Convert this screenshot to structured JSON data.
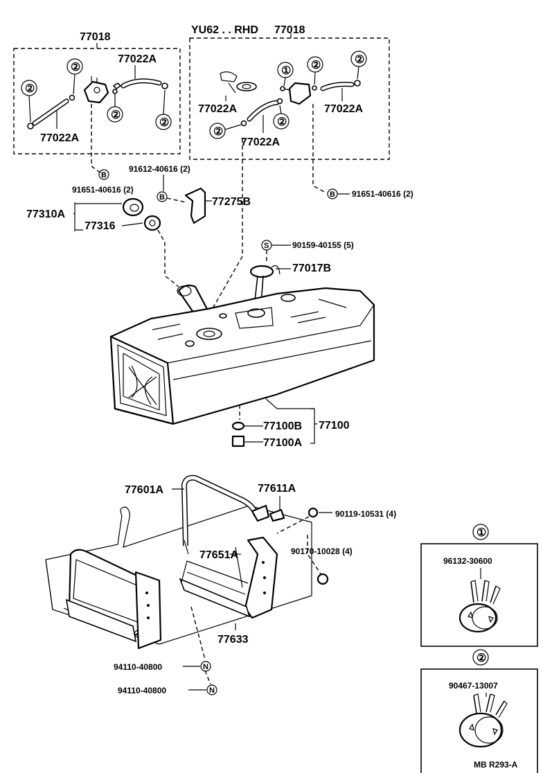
{
  "groups": {
    "left": {
      "code": "77018"
    },
    "right": {
      "variant": "YU62 . . RHD",
      "code": "77018"
    }
  },
  "callouts": {
    "c1": "①",
    "c2": "②",
    "bolt_B": "B",
    "bolt_S": "S",
    "bolt_N": "N"
  },
  "labels": {
    "l77022A_top": "77022A",
    "l77022A_left": "77022A",
    "l77022A_r1": "77022A",
    "l77022A_r2": "77022A",
    "l77022A_r3": "77022A",
    "l91651_left": "91651-40616 (2)",
    "l91612": "91612-40616 (2)",
    "l91651_right": "91651-40616 (2)",
    "l77275B": "77275B",
    "l77310A": "77310A",
    "l77316": "77316",
    "l90159": "90159-40155 (5)",
    "l77017B": "77017B",
    "l77100B": "77100B",
    "l77100": "77100",
    "l77100A": "77100A",
    "l77601A": "77601A",
    "l77611A": "77611A",
    "l90119": "90119-10531 (4)",
    "l77651A": "77651A",
    "l90170": "90170-10028 (4)",
    "l77633": "77633",
    "l94110_a": "94110-40800",
    "l94110_b": "94110-40800"
  },
  "insets": {
    "inset1": {
      "callout": "①",
      "part": "96132-30600"
    },
    "inset2": {
      "callout": "②",
      "part": "90467-13007"
    }
  },
  "footer": {
    "ref": "MB R293-A"
  }
}
